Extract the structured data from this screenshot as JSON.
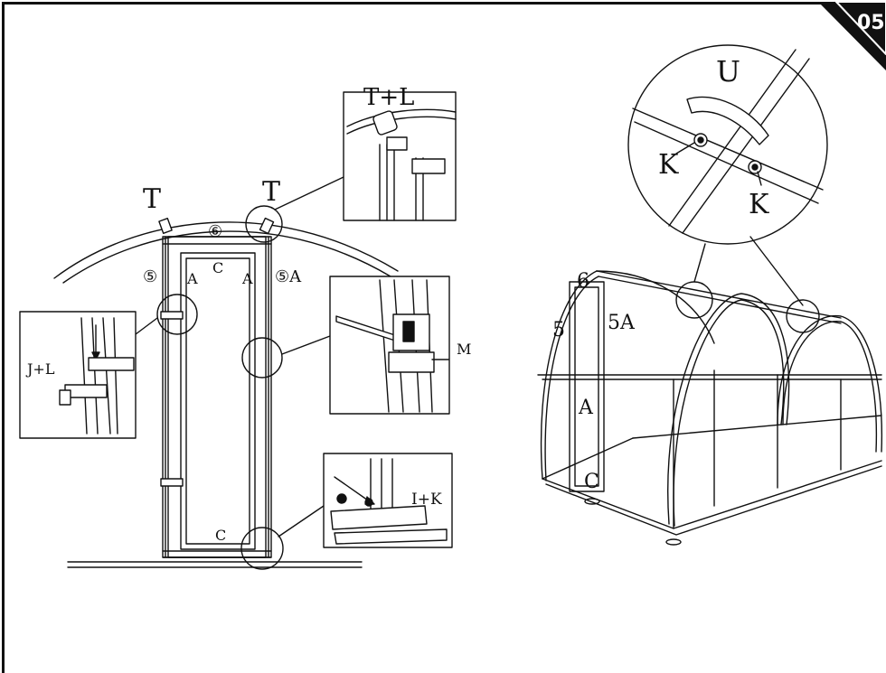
{
  "page_number": "05",
  "colors": {
    "ink": "#111111",
    "paper": "#ffffff"
  },
  "labels": {
    "t_left": "T",
    "t_right": "T",
    "six": "⑥",
    "five": "⑤",
    "five_a": "⑤A",
    "a_left": "A",
    "a_right": "A",
    "c_top": "C",
    "c_bottom": "C",
    "jl": "J+L",
    "tl": "T+L",
    "m": "M",
    "ik": "I+K",
    "u": "U",
    "k_left": "K",
    "k_right": "K",
    "gh_six": "6",
    "gh_five": "5",
    "gh_five_a": "5A",
    "gh_a": "A",
    "gh_c": "C"
  }
}
